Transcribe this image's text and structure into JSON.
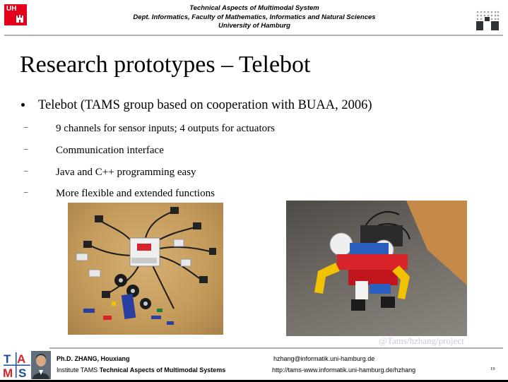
{
  "header": {
    "logo_text": "UH",
    "line1": "Technical Aspects of Multimodal System",
    "line2": "Dept. Informatics, Faculty of Mathematics, Informatics and Natural Sciences",
    "line3": "University of Hamburg"
  },
  "slide": {
    "title": "Research prototypes – Telebot",
    "bullet": "Telebot (TAMS group based on cooperation with BUAA, 2006)",
    "subbullets": [
      "9 channels for sensor inputs; 4 outputs for actuators",
      "Communication interface",
      "Java and C++ programming easy",
      "More flexible and extended functions"
    ],
    "watermark": "@Tams/hzhang/project"
  },
  "footer": {
    "logo_text": "TAMS",
    "name": "Ph.D. ZHANG, Houxiang",
    "institute_prefix": "Institute TAMS ",
    "institute_bold": "Technical Aspects of Multimodal Systems",
    "email": "hzhang@informatik.uni-hamburg.de",
    "url": "http://tams-www.informatik.uni-hamburg.de/hzhang",
    "page": "19"
  },
  "colors": {
    "uhh_red": "#e2001a",
    "tams_blue": "#1c4fa0",
    "tams_red": "#d8232a"
  }
}
